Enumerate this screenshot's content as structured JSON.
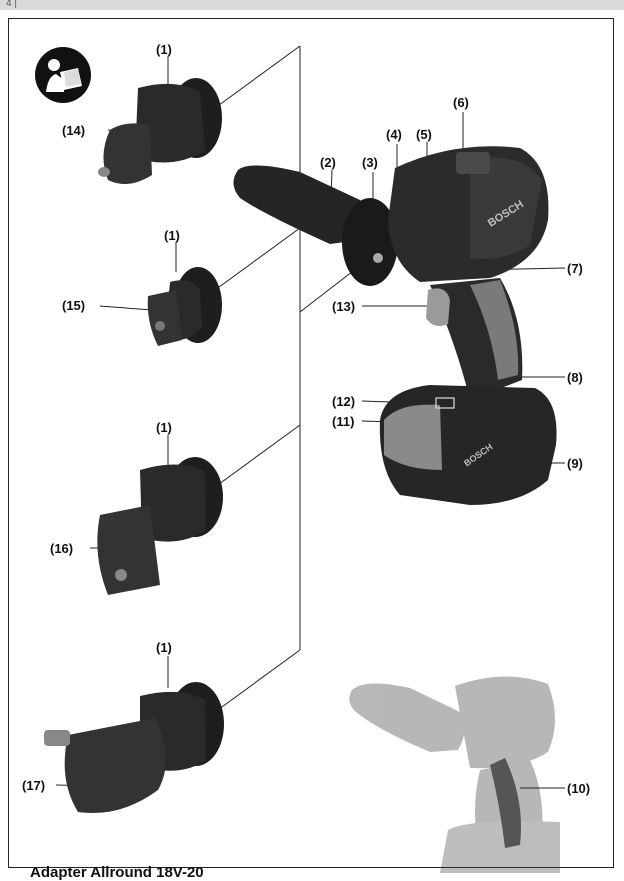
{
  "page": {
    "page_marker": "4 |",
    "bottom_caption": "Adapter Allround 18V-20"
  },
  "icons": {
    "manual": "read-manual-icon"
  },
  "labels": {
    "l1a": "(1)",
    "l1b": "(1)",
    "l1c": "(1)",
    "l1d": "(1)",
    "l2": "(2)",
    "l3": "(3)",
    "l4": "(4)",
    "l5": "(5)",
    "l6": "(6)",
    "l7": "(7)",
    "l8": "(8)",
    "l9": "(9)",
    "l10": "(10)",
    "l11": "(11)",
    "l12": "(12)",
    "l13": "(13)",
    "l14": "(14)",
    "l15": "(15)",
    "l16": "(16)",
    "l17": "(17)"
  },
  "brand": {
    "tool_text": "BOSCH",
    "battery_text": "BOSCH",
    "accent_color": "#8a8a8a"
  }
}
